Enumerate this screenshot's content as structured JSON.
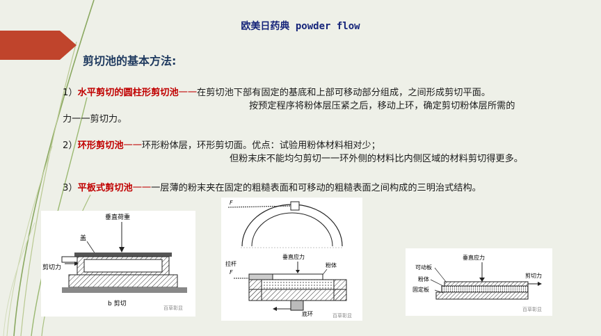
{
  "header": {
    "title": "欧美日药典 powder flow"
  },
  "section": {
    "title": "剪切池的基本方法:"
  },
  "items": [
    {
      "num": "1）",
      "term": "水平剪切的圆柱形剪切池",
      "dash": "一一",
      "line1": "在剪切池下部有固定的基底和上部可移动部分组成，之间形成剪切平面。",
      "line2": "按预定程序将粉体层压紧之后，移动上环，确定剪切粉体层所需的",
      "line3": "力一一剪切力。"
    },
    {
      "num": "2）",
      "term": "环形剪切池",
      "dash": "一一",
      "line1": "环形粉体层，环形剪切面。优点：试验用粉体材料相对少；",
      "line2": "但粉末床不能均匀剪切一一环外侧的材料比内侧区域的材料剪切得更多。"
    },
    {
      "num": "3）",
      "term": "平板式剪切池",
      "dash": "一一",
      "line1": "一层薄的粉末夹在固定的粗糙表面和可移动的粗糙表面之间构成的三明治式结构。"
    }
  ],
  "figures": {
    "fig1": {
      "vertical_load": "垂直荷重",
      "lid": "盖",
      "shear_force": "剪切力",
      "caption": "b 剪切",
      "watermark": "百草彰显"
    },
    "fig2": {
      "force_top": "F",
      "force_mid": "F",
      "vertical_stress": "垂直应力",
      "pull_rod": "拉杆",
      "powder": "粉体",
      "base_ring": "底环",
      "watermark": "百草彰显"
    },
    "fig3": {
      "vertical_stress": "垂直应力",
      "movable_plate": "可动板",
      "powder": "粉体",
      "fixed_plate": "固定板",
      "shear_force": "剪切力",
      "watermark": "百草彰显"
    }
  },
  "colors": {
    "accent_red": "#c00000",
    "title_blue": "#16257a",
    "arrow_red": "#c0442c"
  }
}
